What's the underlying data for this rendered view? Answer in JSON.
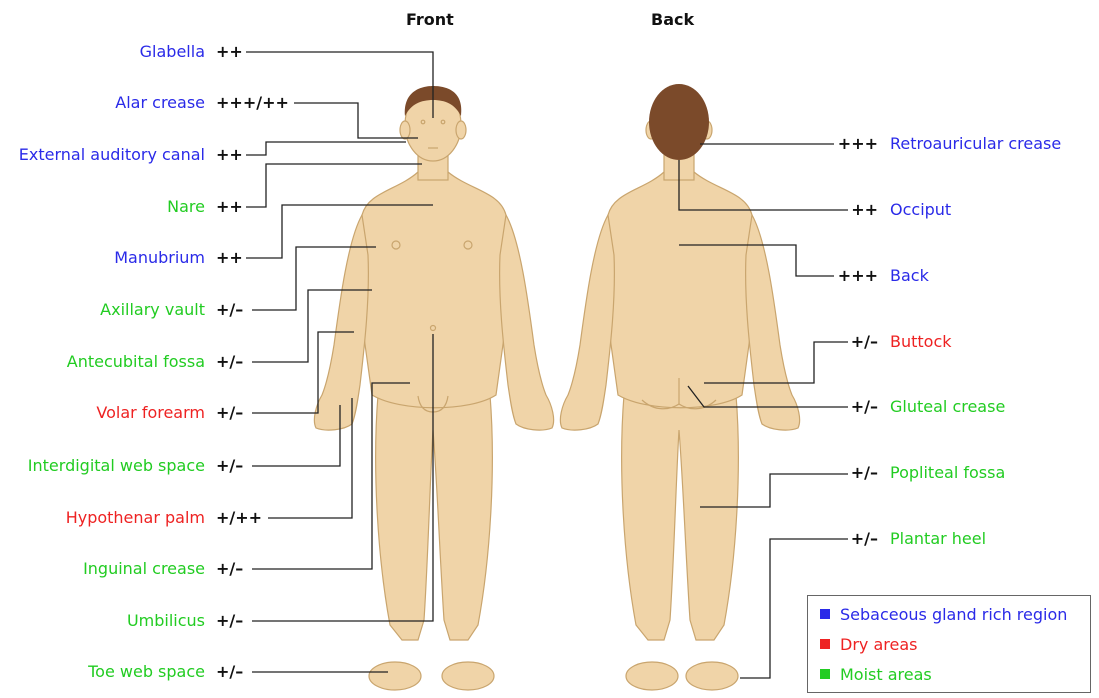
{
  "headings": {
    "front": "Front",
    "back": "Back"
  },
  "colors": {
    "sebaceous": "#2a2ae8",
    "dry": "#ee2222",
    "moist": "#22cc22",
    "skin": "#f0d4a8",
    "skin_outline": "#c9a56e",
    "hair": "#7b4a2a",
    "line": "#222222"
  },
  "front_labels": [
    {
      "name": "Glabella",
      "score": "++",
      "category": "sebaceous"
    },
    {
      "name": "Alar crease",
      "score": "+++/++",
      "category": "sebaceous"
    },
    {
      "name": "External auditory canal",
      "score": "++",
      "category": "sebaceous"
    },
    {
      "name": "Nare",
      "score": "++",
      "category": "moist"
    },
    {
      "name": "Manubrium",
      "score": "++",
      "category": "sebaceous"
    },
    {
      "name": "Axillary vault",
      "score": "+/–",
      "category": "moist"
    },
    {
      "name": "Antecubital fossa",
      "score": "+/–",
      "category": "moist"
    },
    {
      "name": "Volar forearm",
      "score": "+/–",
      "category": "dry"
    },
    {
      "name": "Interdigital web space",
      "score": "+/–",
      "category": "moist"
    },
    {
      "name": "Hypothenar palm",
      "score": "+/++",
      "category": "dry"
    },
    {
      "name": "Inguinal crease",
      "score": "+/–",
      "category": "moist"
    },
    {
      "name": "Umbilicus",
      "score": "+/–",
      "category": "moist"
    },
    {
      "name": "Toe web space",
      "score": "+/–",
      "category": "moist"
    }
  ],
  "back_labels": [
    {
      "name": "Retroauricular crease",
      "score": "+++",
      "category": "sebaceous"
    },
    {
      "name": "Occiput",
      "score": "++",
      "category": "sebaceous"
    },
    {
      "name": "Back",
      "score": "+++",
      "category": "sebaceous"
    },
    {
      "name": "Buttock",
      "score": "+/–",
      "category": "dry"
    },
    {
      "name": "Gluteal crease",
      "score": "+/–",
      "category": "moist"
    },
    {
      "name": "Popliteal fossa",
      "score": "+/–",
      "category": "moist"
    },
    {
      "name": "Plantar heel",
      "score": "+/–",
      "category": "moist"
    }
  ],
  "legend": [
    {
      "label": "Sebaceous gland rich region",
      "category": "sebaceous"
    },
    {
      "label": "Dry areas",
      "category": "dry"
    },
    {
      "label": "Moist areas",
      "category": "moist"
    }
  ]
}
